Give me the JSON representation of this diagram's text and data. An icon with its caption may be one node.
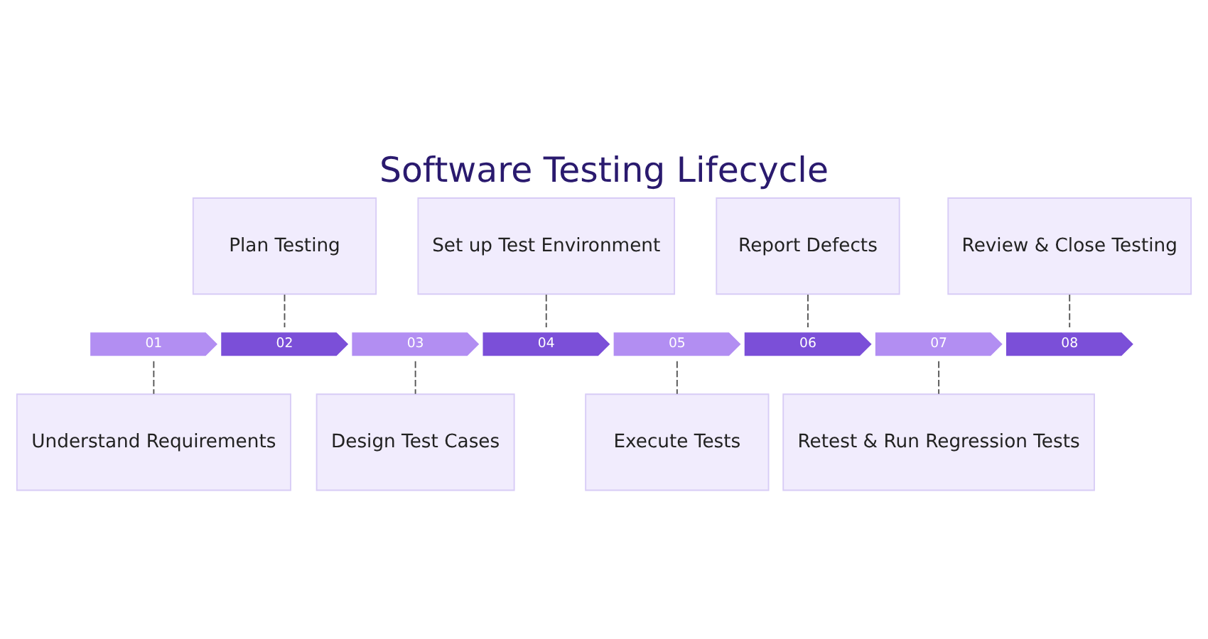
{
  "diagram": {
    "title": "Software Testing Lifecycle",
    "nodes": [
      {
        "text": [
          "Plan Testing"
        ]
      },
      {
        "text": [
          "Set up Test Environment"
        ]
      },
      {
        "text": [
          "Report Defects"
        ]
      },
      {
        "text": [
          "Review & Close Testing"
        ]
      },
      {
        "text": [
          "01"
        ]
      },
      {
        "text": [
          "02"
        ]
      },
      {
        "text": [
          "03"
        ]
      },
      {
        "text": [
          "04"
        ]
      },
      {
        "text": [
          "05"
        ]
      },
      {
        "text": [
          "06"
        ]
      },
      {
        "text": [
          "07"
        ]
      },
      {
        "text": [
          "08"
        ]
      },
      {
        "text": [
          "Understand Requirements"
        ]
      },
      {
        "text": [
          "Design Test Cases"
        ]
      },
      {
        "text": [
          "Execute Tests"
        ]
      },
      {
        "text": [
          "Retest & Run Regression Tests"
        ]
      }
    ],
    "edges": [
      {
        "from": 0,
        "to": 5,
        "arrow": "none",
        "style": "dashed"
      },
      {
        "from": 1,
        "to": 7,
        "arrow": "none",
        "style": "dashed"
      },
      {
        "from": 2,
        "to": 9,
        "arrow": "none",
        "style": "dashed"
      },
      {
        "from": 3,
        "to": 11,
        "arrow": "none",
        "style": "dashed"
      },
      {
        "from": 4,
        "to": 12,
        "arrow": "none",
        "style": "dashed"
      },
      {
        "from": 6,
        "to": 13,
        "arrow": "none",
        "style": "dashed"
      },
      {
        "from": 8,
        "to": 14,
        "arrow": "none",
        "style": "dashed"
      },
      {
        "from": 10,
        "to": 15,
        "arrow": "none",
        "style": "dashed"
      }
    ]
  }
}
